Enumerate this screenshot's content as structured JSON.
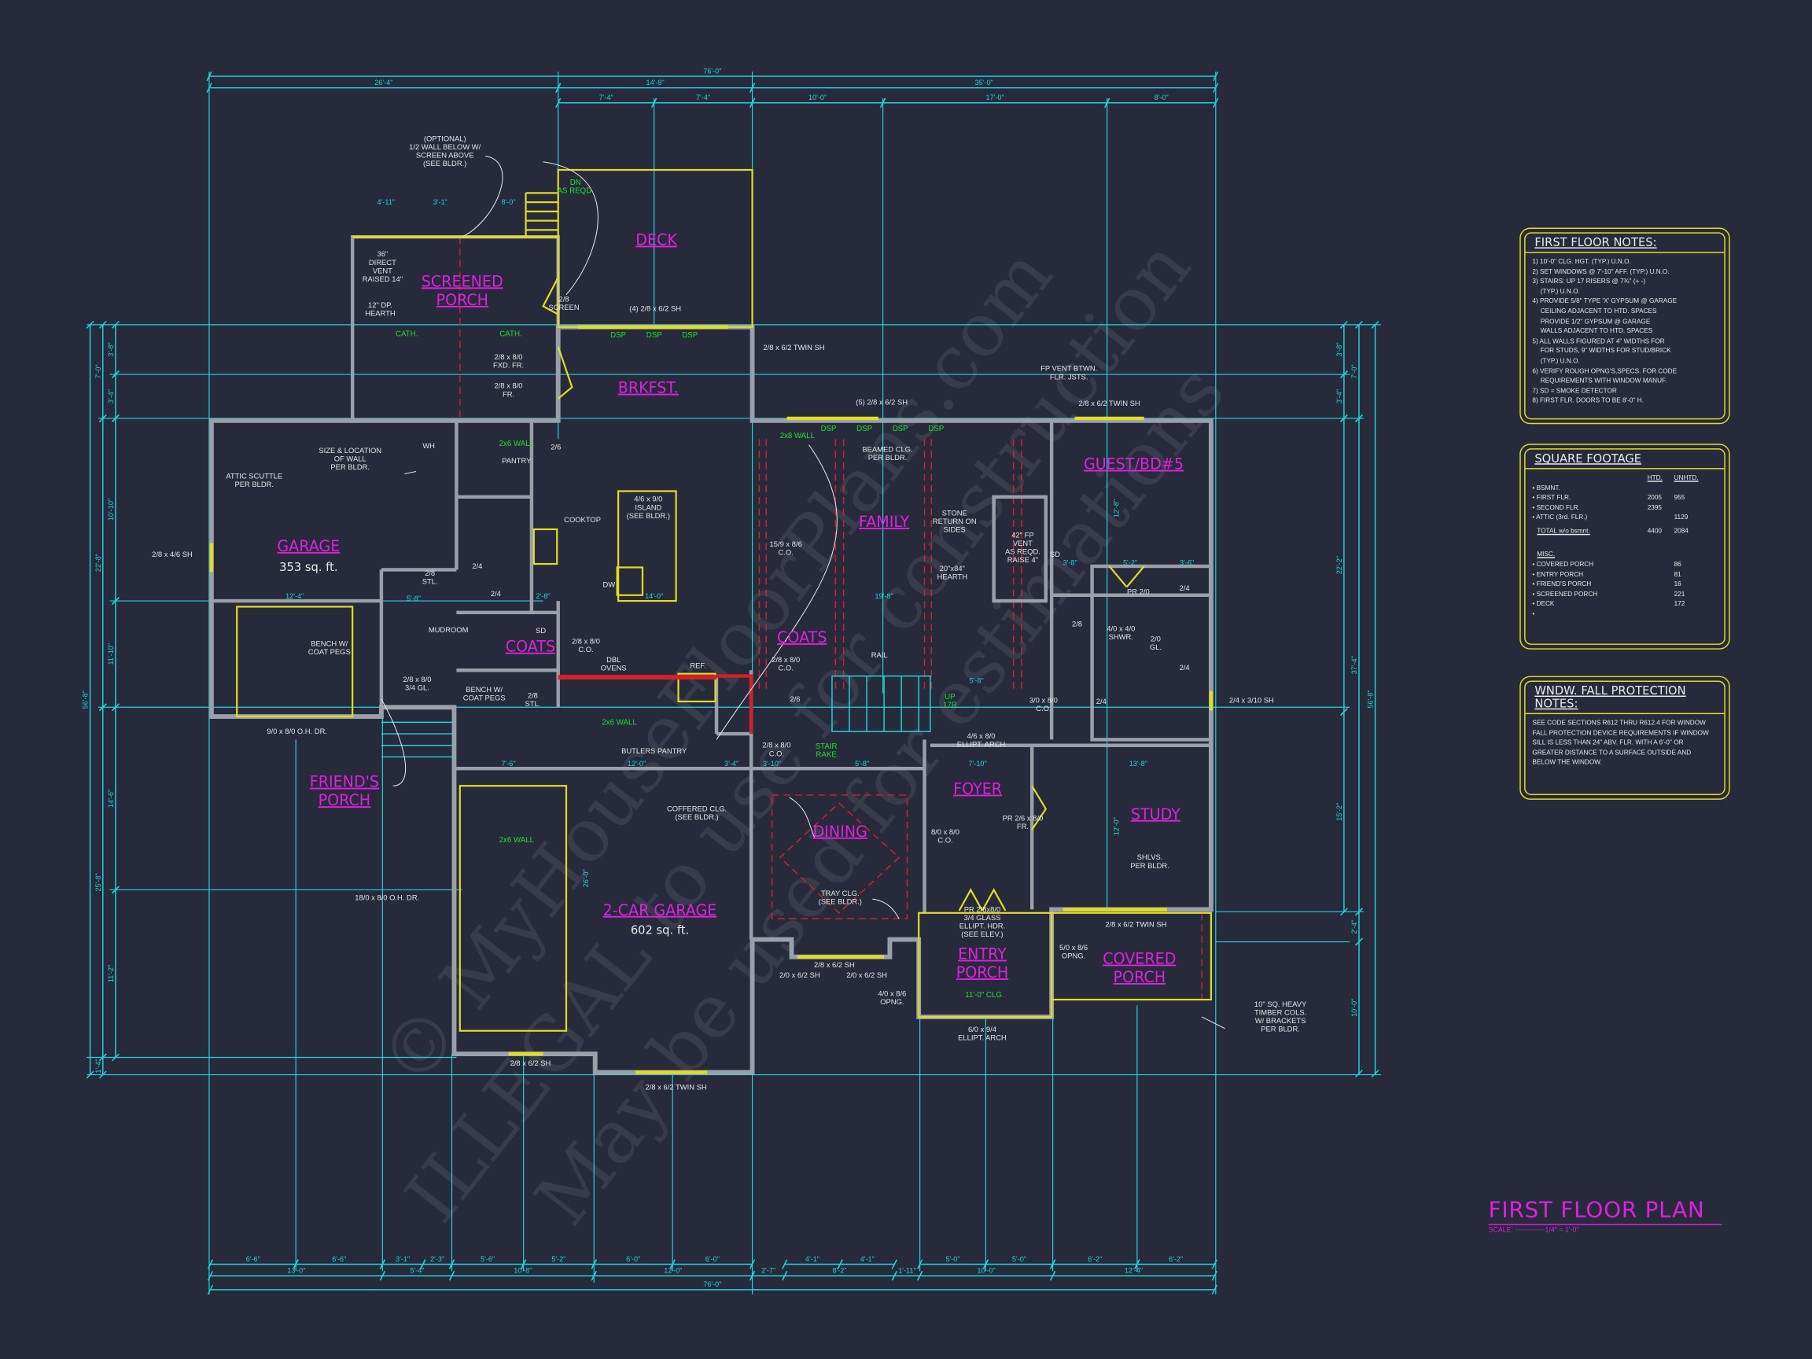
{
  "plan": {
    "title": "FIRST FLOOR PLAN",
    "scale_label": "SCALE:",
    "scale_value": "-------------1/4\" = 1'-0\"",
    "watermark": [
      "© MyHouseFloorPlans.com",
      "ILLEGAL to use for construction",
      "May be used for estimations"
    ]
  },
  "rooms": {
    "screened_porch": [
      "SCREENED",
      "PORCH"
    ],
    "deck": "DECK",
    "brkfst": "BRKFST.",
    "garage": "GARAGE",
    "garage_area": "353 sq. ft.",
    "family": "FAMILY",
    "guest": "GUEST/BD#5",
    "mudroom": "MUDROOM",
    "coats_mud": "COATS",
    "coats_hall": "COATS",
    "pantry": "PANTRY",
    "friends_porch": [
      "FRIEND'S",
      "PORCH"
    ],
    "butlers_pantry": "BUTLERS PANTRY",
    "two_car_garage": "2-CAR GARAGE",
    "two_car_area": "602 sq. ft.",
    "dining": "DINING",
    "foyer": "FOYER",
    "study": "STUDY",
    "entry_porch": [
      "ENTRY",
      "PORCH"
    ],
    "covered_porch": [
      "COVERED",
      "PORCH"
    ]
  },
  "annotations": {
    "optional_wall": [
      "(OPTIONAL)",
      "1/2 WALL BELOW W/",
      "SCREEN ABOVE",
      "(SEE BLDR.)"
    ],
    "direct_vent": [
      "36\"",
      "DIRECT",
      "VENT",
      "RAISED 14\""
    ],
    "porch_hearth": [
      "12\" DP.",
      "HEARTH"
    ],
    "screen_door": [
      "2/8",
      "SCREEN"
    ],
    "deck_windows": "(4) 2/8 x 6/2 SH",
    "porch_fxd": [
      "2/8 x 8/0",
      "FXD. FR."
    ],
    "porch_fr": [
      "2/8 x 8/0",
      "FR."
    ],
    "brk_twin": "2/8 x 6/2 TWIN SH",
    "family_windows": "(5) 2/8 x 6/2 SH",
    "fp_vent": [
      "FP VENT BTWN.",
      "FLR. JSTS."
    ],
    "guest_twin": "2/8 x 6/2 TWIN SH",
    "beamed": [
      "BEAMED CLG.",
      "PER BLDR."
    ],
    "wall_size": [
      "SIZE & LOCATION",
      "OF WALL",
      "PER BLDR."
    ],
    "wh": "WH",
    "attic_scuttle": [
      "ATTIC SCUTTLE",
      "PER BLDR."
    ],
    "garage_window": "2/8 x 4/6 SH",
    "island": [
      "4/6 x 9/0",
      "ISLAND",
      "(SEE BLDR.)"
    ],
    "cooktop": "COOKTOP",
    "family_co": [
      "15/9 x 8/6",
      "C.O."
    ],
    "stone_return": [
      "STONE",
      "RETURN ON",
      "SIDES"
    ],
    "fp": [
      "42\" FP",
      "VENT",
      "AS REQD.",
      "RAISE 4\""
    ],
    "hearth": [
      "20\"x84\"",
      "HEARTH"
    ],
    "dw": "DW",
    "pantry_door": "2/6",
    "stl_door": [
      "2/8",
      "STL."
    ],
    "bench1": [
      "BENCH W/",
      "COAT PEGS"
    ],
    "kitchen_co": [
      "2/8 x 8/0",
      "C.O."
    ],
    "ovens": [
      "DBL",
      "OVENS"
    ],
    "ref": "REF.",
    "coats_co": [
      "2/8 x 8/0",
      "C.O."
    ],
    "rail": "RAIL",
    "mud_door": [
      "2/8 x 8/0",
      "3/4 GL."
    ],
    "bench2": [
      "BENCH W/",
      "COAT PEGS"
    ],
    "stl_door2": [
      "2/8",
      "STL."
    ],
    "guest_co": [
      "3/0 x 8/0",
      "C.O."
    ],
    "bath_window": "2/4 x 3/10 SH",
    "ellipt_arch": [
      "4/6 x 8/0",
      "ELLIPT. ARCH"
    ],
    "stair_co": [
      "2/8 x 8/0",
      "C.O."
    ],
    "garage_door1": "9/0 x 8/0 O.H. DR.",
    "coffered": [
      "COFFERED CLG.",
      "(SEE BLDR.)"
    ],
    "study_door": [
      "PR 2/6 x 8/0",
      "FR."
    ],
    "foyer_co": [
      "8/0 x 8/0",
      "C.O."
    ],
    "shelves": [
      "SHLVS.",
      "PER BLDR."
    ],
    "tray": [
      "TRAY CLG.",
      "(SEE BLDR.)"
    ],
    "garage_door2": "18/0 x 8/0 O.H. DR.",
    "entry_door": [
      "PR 2/8x8/0",
      "3/4 GLASS",
      "ELLIPT. HDR.",
      "(SEE ELEV.)"
    ],
    "porch_opng": [
      "5/0 x 8/6",
      "OPNG."
    ],
    "dining_sh": "2/8 x 6/2 SH",
    "dining_sh_l": "2/0 x 6/2 SH",
    "dining_sh_r": "2/0 x 6/2 SH",
    "entry_opng": [
      "4/0 x 8/6",
      "OPNG."
    ],
    "entry_arch": [
      "6/0 x 9/4",
      "ELLIPT. ARCH"
    ],
    "timber": [
      "10\" SQ. HEAVY",
      "TIMBER COLS.",
      "W/ BRACKETS",
      "PER BLDR."
    ],
    "garage_sh": "2/8 x 6/2 SH",
    "garage_twin": "2/8 x 6/2 TWIN SH",
    "study_twin": "2/8 x 6/2 TWIN SH",
    "pr_door": "PR 2/0",
    "shower": [
      "4/0 x 4/0",
      "SHWR."
    ],
    "gl": [
      "2/0",
      "GL."
    ],
    "guest_door": "2/8",
    "closet1": "2/4",
    "closet2": "2/4",
    "closet3": "2/4",
    "stair_door": "2/6",
    "sd1": "SD",
    "sd2": "SD",
    "pantry_24a": "2/4",
    "pantry_24b": "2/4"
  },
  "green_notes": {
    "dn": [
      "DN",
      "AS REQD."
    ],
    "cath_l": "CATH.",
    "cath_r": "CATH.",
    "dsp_deck": [
      "DSP",
      "DSP",
      "DSP"
    ],
    "dsp_family": [
      "DSP",
      "DSP",
      "DSP",
      "DSP"
    ],
    "wall_pantry": "2x6 WALL",
    "wall_family": "2x8 WALL",
    "wall_butler": "2x6 WALL",
    "wall_garage": "2x6 WALL",
    "stair_rake": [
      "STAIR",
      "RAKE"
    ],
    "up": [
      "UP",
      "17R"
    ],
    "entry_clg": "11'-0\" CLG."
  },
  "interior_dims": {
    "porch_a": "4'-11\"",
    "porch_b": "3'-1\"",
    "porch_c": "8'-0\"",
    "garage_w": "12'-4\"",
    "mud": "5'-8\"",
    "family_w": "19'-8\"",
    "kitchen_w": "14'-0\"",
    "kitchen_s": "2'-8\"",
    "butler_w": "12'-0\"",
    "butler_a": "7'-6\"",
    "butler_b": "3'-4\"",
    "stair_a": "3'-10\"",
    "stair_b": "5'-8\"",
    "hall": "5'-8\"",
    "study_w": "13'-8\"",
    "foyer_w": "7'-10\"",
    "guest_h": "12'-8\"",
    "bath_a": "3'-8\"",
    "bath_b": "5'-2\"",
    "bath_c": "3'-6\"",
    "garage2_h": "26'-0\"",
    "study_h": "12'-0\""
  },
  "dims": {
    "top_overall": "76'-0\"",
    "top_row2": [
      "26'-4\"",
      "14'-8\"",
      "35'-0\""
    ],
    "top_row3": [
      "7'-4\"",
      "7'-4\"",
      "10'-0\"",
      "17'-0\"",
      "8'-0\""
    ],
    "bottom_row1": [
      "6'-6\"",
      "6'-6\"",
      "3'-1\"",
      "2'-3\"",
      "5'-6\"",
      "5'-2\"",
      "6'-0\"",
      "6'-0\"",
      "4'-1\"",
      "4'-1\"",
      "5'-0\"",
      "5'-0\"",
      "6'-2\"",
      "6'-2\""
    ],
    "bottom_row2": [
      "13'-0\"",
      "5'-4\"",
      "10'-8\"",
      "12'-0\"",
      "2'-7\"",
      "8'-2\"",
      "1'-11\"",
      "10'-0\"",
      "12'-4\""
    ],
    "bottom_overall": "76'-0\"",
    "left_row1": [
      "3'-8\"",
      "3'-4\"",
      "10'-10\"",
      "11'-10\"",
      "14'-6\"",
      "11'-2\""
    ],
    "left_row2": [
      "7'-0\"",
      "22'-8\"",
      "25'-8\"",
      "1'-4\""
    ],
    "left_overall": "56'-8\"",
    "right_row1": [
      "3'-8\"",
      "3'-4\"",
      "22'-2\"",
      "15'-2\""
    ],
    "right_row2": [
      "7'-0\"",
      "37'-4\"",
      "2'-4\"",
      "10'-0\""
    ],
    "right_overall": "56'-8\""
  },
  "notes": {
    "title": "FIRST FLOOR NOTES:",
    "items": [
      [
        "1) 10'-0\"  CLG. HGT. (TYP.) U.N.O."
      ],
      [
        "2) SET WINDOWS @ 7'-10\" AFF. (TYP.) U.N.O."
      ],
      [
        "3) STAIRS: UP 17 RISERS @ 7¾\" (+ -)",
        "(TYP.) U.N.O."
      ],
      [
        "4) PROVIDE 5/8\" TYPE 'X' GYPSUM @ GARAGE",
        "CEILING ADJACENT TO HTD. SPACES",
        "PROVIDE 1/2\" GYPSUM @ GARAGE",
        "WALLS ADJACENT TO HTD. SPACES"
      ],
      [
        "5) ALL WALLS FIGURED AT 4\" WIDTHS FOR",
        "FOR STUDS, 9\" WIDTHS FOR STUD/BRICK",
        "(TYP.) U.N.O."
      ],
      [
        "6) VERIFY ROUGH OPNG'S,SPECS. FOR CODE",
        "REQUIREMENTS WITH WINDOW MANUF."
      ],
      [
        "7) SD = SMOKE DETECTOR"
      ],
      [
        "8) FIRST FLR. DOORS TO BE 8'-0\" H."
      ]
    ]
  },
  "square_footage": {
    "title": "SQUARE FOOTAGE",
    "col_htd": "HTD.",
    "col_unhtd": "UNHTD.",
    "rows": [
      {
        "label": "• BSMNT.",
        "htd": "",
        "unhtd": ""
      },
      {
        "label": "• FIRST FLR.",
        "htd": "2005",
        "unhtd": "955"
      },
      {
        "label": "• SECOND FLR.",
        "htd": "2395",
        "unhtd": ""
      },
      {
        "label": "• ATTIC (3rd. FLR.)",
        "htd": "",
        "unhtd": "1129"
      }
    ],
    "total": {
      "label": "TOTAL w/o bsmnt.",
      "htd": "4400",
      "unhtd": "2084"
    },
    "misc_title": "MISC.",
    "misc": [
      {
        "label": "• COVERED PORCH",
        "value": "86"
      },
      {
        "label": "• ENTRY PORCH",
        "value": "81"
      },
      {
        "label": "• FRIEND'S PORCH",
        "value": "16"
      },
      {
        "label": "• SCREENED PORCH",
        "value": "221"
      },
      {
        "label": "• DECK",
        "value": "172"
      },
      {
        "label": "•",
        "value": ""
      }
    ]
  },
  "fall_protection": {
    "title": "WNDW. FALL PROTECTION NOTES:",
    "lines": [
      "SEE CODE SECTIONS R612 THRU R612.4 FOR WINDOW",
      "FALL PROTECTION DEVICE REQUIREMENTS IF WINDOW",
      "SILL IS LESS THAN 24\" ABV. FLR. WITH A 6'-0\" OR",
      "GREATER DISTANCE TO A SURFACE OUTSIDE AND",
      "BELOW THE WINDOW."
    ]
  },
  "colors": {
    "background": "#262a3b",
    "dimension": "#22d4dc",
    "room_label": "#e020e0",
    "window": "#e2dc22",
    "note_green": "#22e02a",
    "beam": "#d42028",
    "wall": "#9aa0aa"
  }
}
